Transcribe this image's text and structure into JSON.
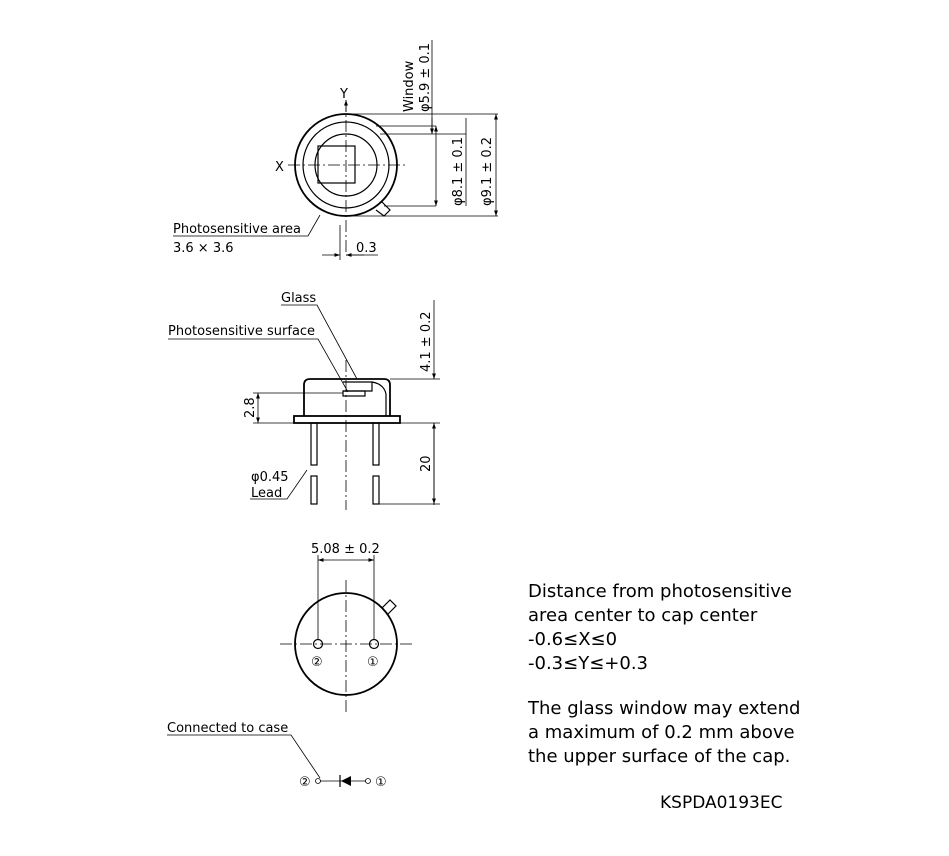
{
  "top_view": {
    "axis_y": "Y",
    "axis_x": "X",
    "window_label": "Window",
    "window_dim": "φ5.9 ± 0.1",
    "dim_81": "φ8.1 ± 0.1",
    "dim_91": "φ9.1 ± 0.2",
    "area_label": "Photosensitive area",
    "area_dim": "3.6 × 3.6",
    "dim_03": "0.3"
  },
  "side_view": {
    "glass_label": "Glass",
    "surface_label": "Photosensitive surface",
    "dim_41": "4.1 ± 0.2",
    "dim_28": "2.8",
    "dim_20": "20",
    "lead_dia": "φ0.45",
    "lead_label": "Lead"
  },
  "bottom_view": {
    "pitch": "5.08 ± 0.2",
    "pin2": "②",
    "pin1": "①"
  },
  "schematic": {
    "case_label": "Connected to case",
    "pin2": "②",
    "pin1": "①"
  },
  "notes": {
    "line1": "Distance from photosensitive",
    "line2": "area center to cap center",
    "line3": "-0.6≤X≤0",
    "line4": "-0.3≤Y≤+0.3",
    "line5": "The glass window may extend",
    "line6": "a maximum of 0.2 mm above",
    "line7": "the upper surface of the cap."
  },
  "drawing_code": "KSPDA0193EC"
}
